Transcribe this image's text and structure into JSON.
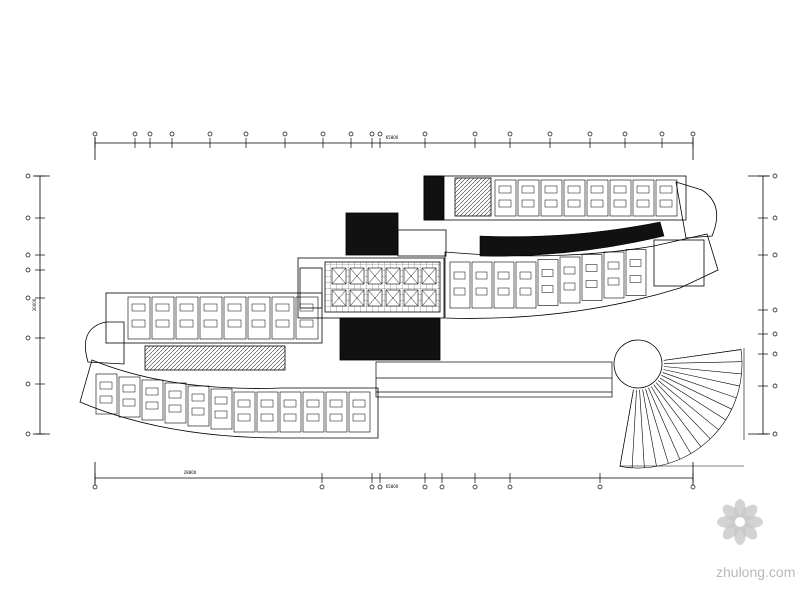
{
  "drawing": {
    "type": "architectural-floor-plan",
    "view": "hotel guest-room floor plan with curved wings",
    "line_color": "#000000",
    "background": "#ffffff",
    "fill_dark": "#111111",
    "hatch_color": "#333333"
  },
  "dimension_labels": {
    "top_total": "65800",
    "bottom_total": "65800",
    "bottom_left_span": "28800",
    "left_total": "30000"
  },
  "watermark": {
    "text": "zhulong.com",
    "logo_icon": "zhulong-flower-logo-icon",
    "color": "#b9b9b9"
  }
}
